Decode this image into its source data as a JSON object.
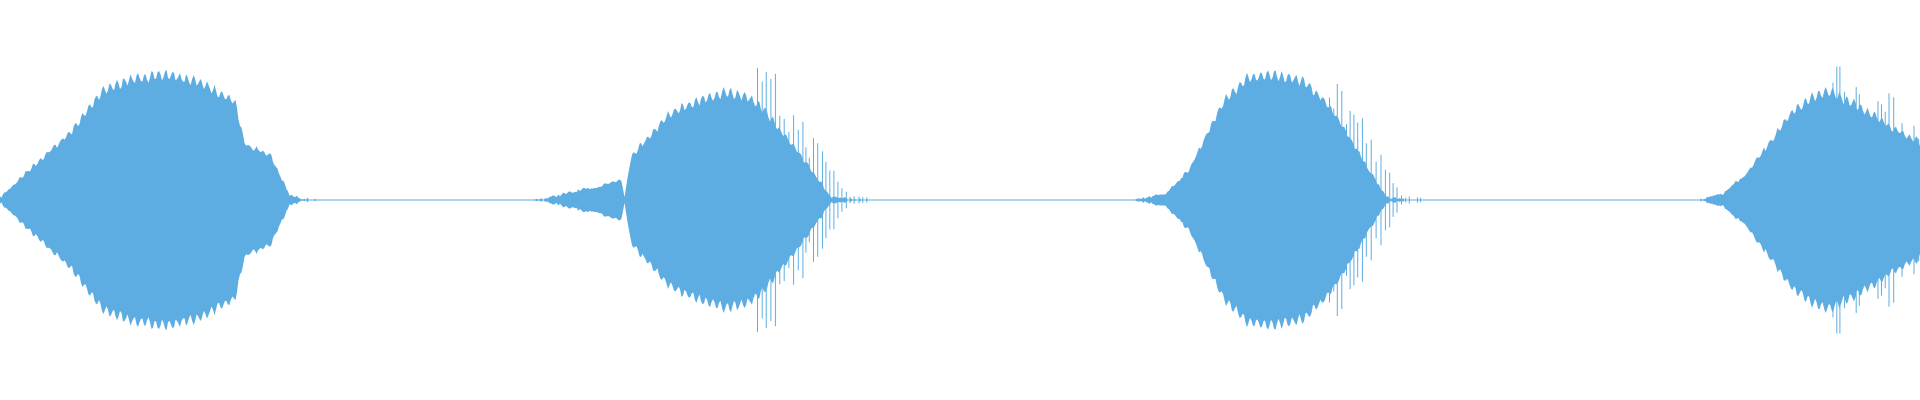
{
  "waveform": {
    "color": "#5dade2",
    "background": "#ffffff",
    "bursts": [
      {
        "id": "burst-1",
        "peak_amplitude": 0.66
      },
      {
        "id": "burst-2",
        "peak_amplitude": 0.57
      },
      {
        "id": "burst-3",
        "peak_amplitude": 0.66
      },
      {
        "id": "burst-4",
        "peak_amplitude": 0.58
      }
    ]
  }
}
